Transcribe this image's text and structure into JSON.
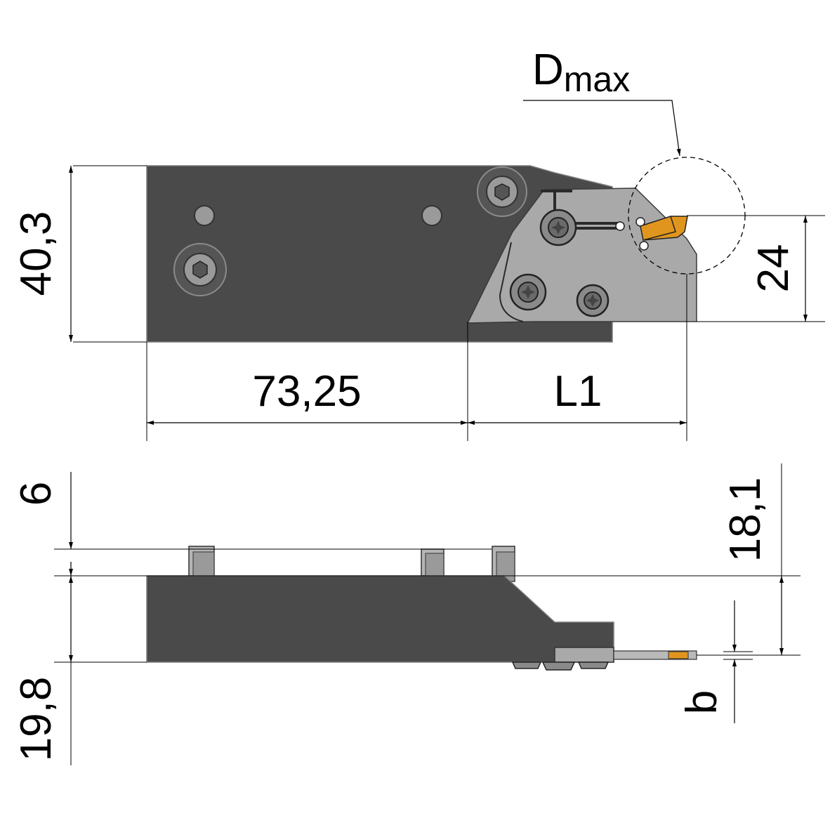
{
  "dimensions": {
    "height_top": "40,3",
    "length_body": "73,25",
    "length_l1": "L1",
    "height_plate": "24",
    "dmax_main": "D",
    "dmax_sub": "max",
    "top_offset": "6",
    "height_total": "18,1",
    "height_lower": "19,8",
    "width_b": "b"
  },
  "colors": {
    "body": "#4a4a4a",
    "plate": "#a9a9a9",
    "insert": "#e0961e",
    "background": "#ffffff"
  }
}
